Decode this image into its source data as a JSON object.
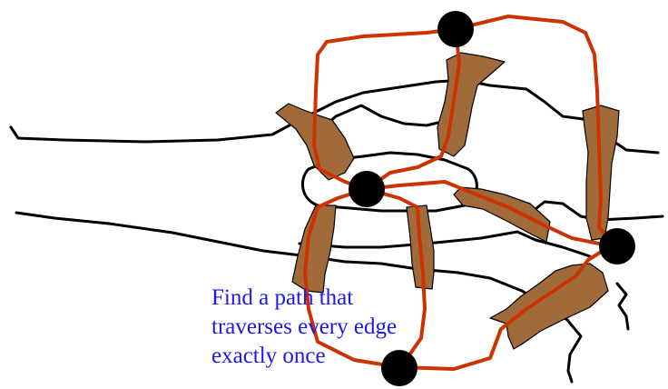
{
  "caption": {
    "line1": "Find a path that",
    "line2": "traverses every edge",
    "line3": "exactly once"
  },
  "colors": {
    "river": "#000000",
    "bridge": "#a06a3a",
    "path": "#cc3300",
    "node": "#000000",
    "caption": "#1a1aee"
  },
  "graph": {
    "nodes": [
      "north-bank",
      "island",
      "east-land",
      "south-bank"
    ],
    "bridges": 7,
    "edges": [
      [
        "north-bank",
        "island"
      ],
      [
        "north-bank",
        "island"
      ],
      [
        "north-bank",
        "east-land"
      ],
      [
        "island",
        "east-land"
      ],
      [
        "island",
        "south-bank"
      ],
      [
        "island",
        "south-bank"
      ],
      [
        "south-bank",
        "east-land"
      ]
    ]
  }
}
